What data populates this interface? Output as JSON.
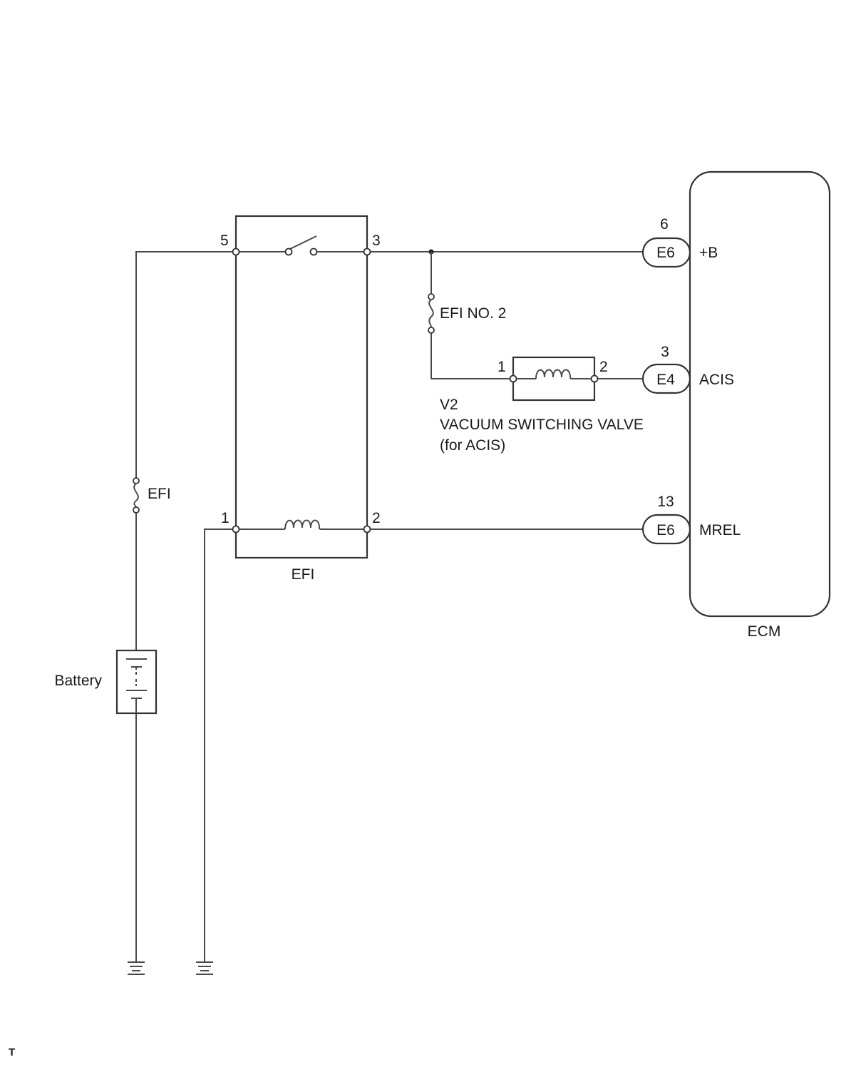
{
  "relay": {
    "label": "EFI",
    "pins": {
      "p5": "5",
      "p3": "3",
      "p1": "1",
      "p2": "2"
    }
  },
  "fuses": {
    "efi": "EFI",
    "efi_no2": "EFI NO. 2"
  },
  "battery": {
    "label": "Battery"
  },
  "valve": {
    "code": "V2",
    "name": "VACUUM SWITCHING VALVE",
    "sub": "(for ACIS)",
    "pins": {
      "p1": "1",
      "p2": "2"
    }
  },
  "ecm": {
    "label": "ECM",
    "connectors": [
      {
        "pin": "6",
        "connector": "E6",
        "signal": "+B"
      },
      {
        "pin": "3",
        "connector": "E4",
        "signal": "ACIS"
      },
      {
        "pin": "13",
        "connector": "E6",
        "signal": "MREL"
      }
    ]
  },
  "footer_mark": "T"
}
